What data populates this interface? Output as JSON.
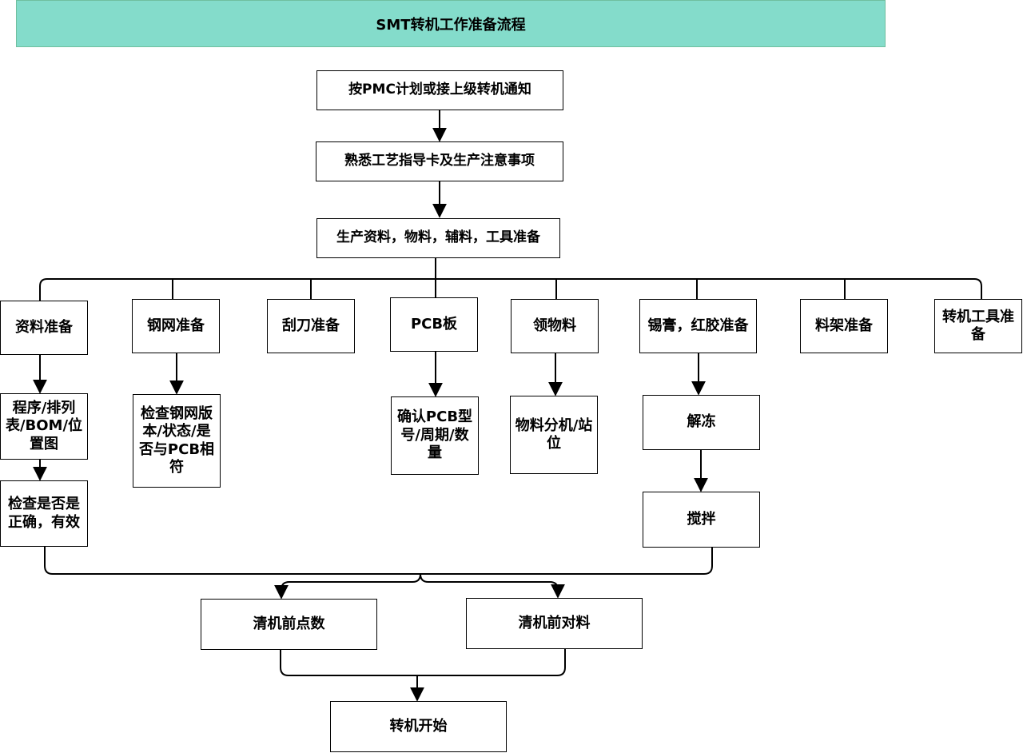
{
  "title": "SMT转机工作准备流程",
  "steps": {
    "s1": "按PMC计划或接上级转机通知",
    "s2": "熟悉工艺指导卡及生产注意事项",
    "s3": "生产资料，物料，辅料，工具准备"
  },
  "branches": {
    "b1": "资料准备",
    "b2": "钢网准备",
    "b3": "刮刀准备",
    "b4": "PCB板",
    "b5": "领物料",
    "b6": "锡膏，红胶准备",
    "b7": "料架准备",
    "b8": "转机工具准备"
  },
  "subs": {
    "b1_1": "程序/排列表/BOM/位置图",
    "b1_2": "检查是否是正确，有效",
    "b2_1": "检查钢网版本/状态/是否与PCB相符",
    "b4_1": "确认PCB型号/周期/数量",
    "b5_1": "物料分机/站位",
    "b6_1": "解冻",
    "b6_2": "搅拌"
  },
  "final": {
    "f1": "清机前点数",
    "f2": "清机前对料",
    "f3": "转机开始"
  },
  "colors": {
    "title_fill": "#84dccb",
    "line": "#000000"
  }
}
